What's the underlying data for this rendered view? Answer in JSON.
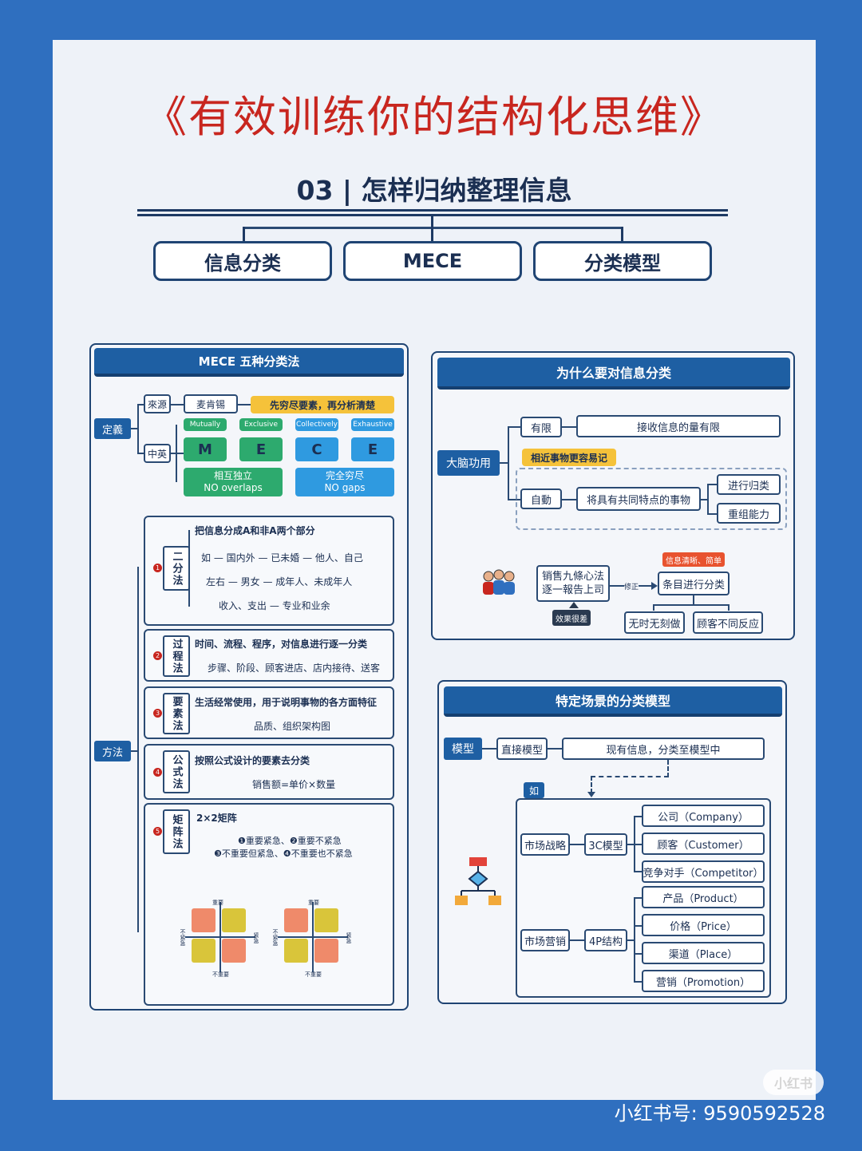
{
  "title": "《有效训练你的结构化思维》",
  "subtitle": "03 | 怎样归纳整理信息",
  "top_boxes": [
    "信息分类",
    "MECE",
    "分类模型"
  ],
  "mece": {
    "header": "MECE 五种分类法",
    "define_tag": "定義",
    "method_tag": "方法",
    "source_label": "來源",
    "source_value": "麦肯锡",
    "source_note": "先穷尽要素，再分析清楚",
    "chinese_label": "中英",
    "words": [
      "Mutually",
      "Exclusive",
      "Collectively",
      "Exhaustive"
    ],
    "letters": [
      "M",
      "E",
      "C",
      "E"
    ],
    "mutually_text": "相互独立",
    "mutually_sub": "NO overlaps",
    "collect_text": "完全穷尽",
    "collect_sub": "NO gaps",
    "methods": [
      {
        "num": "1",
        "name": "二分法",
        "desc": "把信息分成A和非A两个部分",
        "examples": [
          "如 — 国内外 — 已未婚 — 他人、自己",
          "左右 — 男女 — 成年人、未成年人",
          "收入、支出 — 专业和业余"
        ]
      },
      {
        "num": "2",
        "name": "过程法",
        "desc": "时间、流程、程序，对信息进行逐一分类",
        "examples": [
          "步骤、阶段、顾客进店、店内接待、送客"
        ]
      },
      {
        "num": "3",
        "name": "要素法",
        "desc": "生活经常使用，用于说明事物的各方面特征",
        "examples": [
          "品质、组织架构图"
        ]
      },
      {
        "num": "4",
        "name": "公式法",
        "desc": "按照公式设计的要素去分类",
        "examples": [
          "销售额=单价×数量"
        ]
      },
      {
        "num": "5",
        "name": "矩阵法",
        "desc": "2×2矩阵",
        "examples": [
          "❶重要紧急、❷重要不紧急",
          "❸不重要但紧急、❹不重要也不紧急"
        ]
      }
    ],
    "matrix_labels": [
      "重要",
      "不重要",
      "紧急",
      "不紧急"
    ]
  },
  "why": {
    "header": "为什么要对信息分类",
    "brain_tag": "大脑功用",
    "limited_label": "有限",
    "limited_value": "接收信息的量有限",
    "recent_note": "相近事物更容易记",
    "auto_label": "自動",
    "auto_value": "将具有共同特点的事物",
    "result_1": "进行归类",
    "result_2": "重组能力",
    "case_box": "销售九條心法\n逐一報告上司",
    "effect_tag": "效果很差",
    "modify_label": "修正",
    "clear_tag": "信息清晰、简单",
    "item_box": "条目进行分类",
    "bad_1": "无时无刻做",
    "bad_2": "顾客不同反应"
  },
  "model": {
    "header": "特定场景的分类模型",
    "model_tag": "模型",
    "direct_label": "直接模型",
    "direct_value": "现有信息，分类至模型中",
    "example_tag": "如",
    "market_strategy": "市场战略",
    "model_3c": "3C模型",
    "items_3c": [
      "公司（Company）",
      "顾客（Customer）",
      "竞争对手（Competitor）"
    ],
    "market_sales": "市场营销",
    "model_4p": "4P结构",
    "items_4p": [
      "产品（Product）",
      "价格（Price）",
      "渠道（Place）",
      "营销（Promotion）"
    ]
  },
  "footer": {
    "logo": "小红书",
    "account": "小红书号: 9590592528"
  },
  "colors": {
    "background": "#2f6fbf",
    "title_red": "#c8261f",
    "header_blue": "#1e5fa3",
    "accent_yellow": "#f5c23a",
    "green": "#2daa6e",
    "light_blue": "#2f9ae0"
  }
}
